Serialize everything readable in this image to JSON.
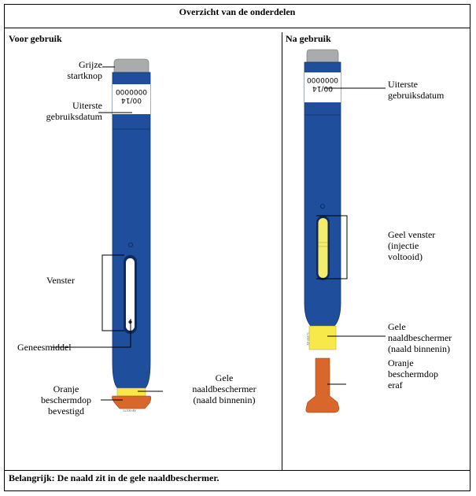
{
  "title": "Overzicht van de onderdelen",
  "left_header": "Voor gebruik",
  "right_header": "Na gebruik",
  "left_labels": {
    "button": [
      "Grijze",
      "startknop"
    ],
    "expiry": [
      "Uiterste",
      "gebruiksdatum"
    ],
    "window": "Venster",
    "medicine": "Geneesmiddel",
    "cap": [
      "Oranje",
      "beschermdop",
      "bevestigd"
    ],
    "shield": [
      "Gele",
      "naaldbeschermer",
      "(naald binnenin)"
    ]
  },
  "right_labels": {
    "expiry": [
      "Uiterste",
      "gebruiksdatum"
    ],
    "window": [
      "Geel venster",
      "(injectie",
      "voltooid)"
    ],
    "shield": [
      "Gele",
      "naaldbeschermer",
      "(naald binnenin)"
    ],
    "cap": [
      "Oranje",
      "beschermdop",
      "eraf"
    ]
  },
  "label_text": {
    "date": "00/14",
    "lot": "0000000"
  },
  "footer": "Belangrijk: De naald zit in de gele naaldbeschermer.",
  "colors": {
    "pen_blue": "#1f4e9c",
    "button_gray": "#a9abad",
    "shield_yellow": "#f7e94a",
    "cap_orange": "#d9662b"
  }
}
